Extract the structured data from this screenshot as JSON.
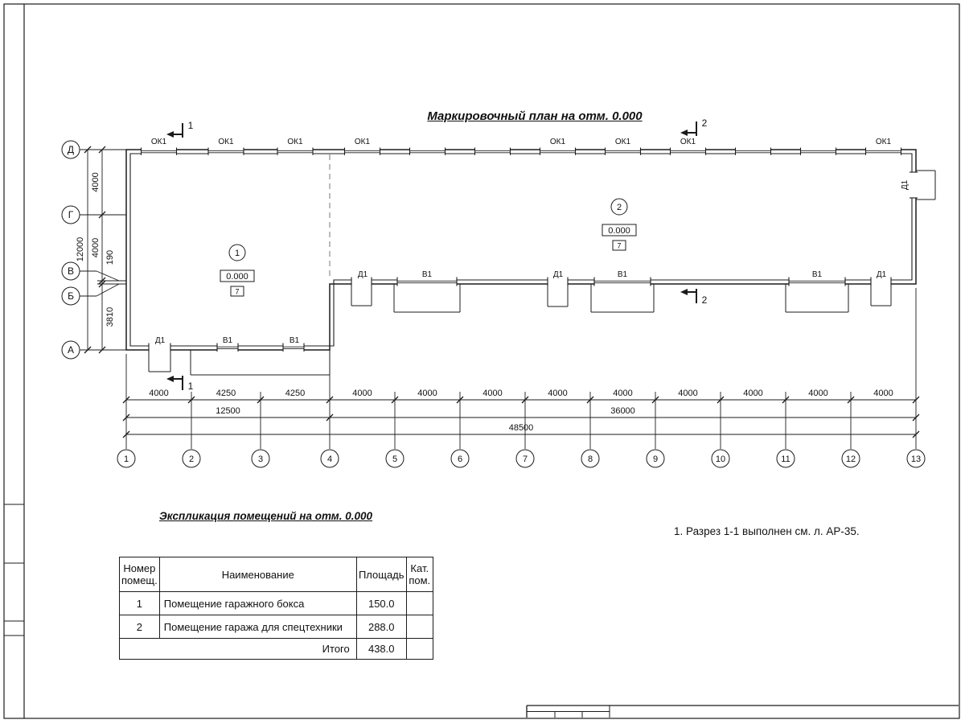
{
  "sheet": {
    "title": "Маркировочный план на отм. 0.000",
    "note": "1. Разрез 1-1 выполнен см. л. АР-35."
  },
  "plan": {
    "labels": {
      "window_top": "ОК1",
      "window_bottom": "В1",
      "door": "Д1"
    },
    "section_marks": {
      "first": "1",
      "second": "2"
    },
    "room_marks": [
      {
        "number": "1",
        "elevation": "0.000",
        "floor_type": "7"
      },
      {
        "number": "2",
        "elevation": "0.000",
        "floor_type": "7"
      }
    ],
    "axes_left": [
      "Д",
      "Г",
      "В",
      "Б",
      "А"
    ],
    "axes_bottom": [
      "1",
      "2",
      "3",
      "4",
      "5",
      "6",
      "7",
      "8",
      "9",
      "10",
      "11",
      "12",
      "13"
    ],
    "dims_left_chain": [
      "4000",
      "4000",
      "190",
      "3810"
    ],
    "dims_left_total": "12000",
    "dims_bottom_chain": [
      "4000",
      "4250",
      "4250",
      "4000",
      "4000",
      "4000",
      "4000",
      "4000",
      "4000",
      "4000",
      "4000",
      "4000"
    ],
    "dims_bottom_groups": [
      "12500",
      "36000"
    ],
    "dims_bottom_total": "48500"
  },
  "table": {
    "heading": "Экспликация помещений на отм. 0.000",
    "columns": [
      "Номер\nпомещ.",
      "Наименование",
      "Площадь",
      "Кат.\nпом."
    ],
    "rows": [
      {
        "num": "1",
        "name": "Помещение гаражного бокса",
        "area": "150.0",
        "cat": ""
      },
      {
        "num": "2",
        "name": "Помещение гаража для спецтехники",
        "area": "288.0",
        "cat": ""
      }
    ],
    "total_label": "Итого",
    "total_area": "438.0"
  }
}
